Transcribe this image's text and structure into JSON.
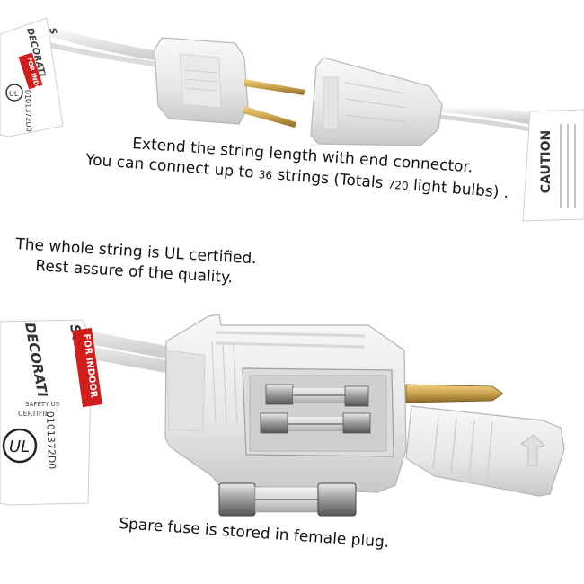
{
  "captions": {
    "extend_line": "Extend the string length with end connector.",
    "connect_prefix": "You can connect up to ",
    "connect_strings": "36",
    "connect_mid": " strings (Totals ",
    "connect_bulbs": "720",
    "connect_suffix": "  light bulbs) .",
    "ul_line": "The whole string is UL certified.",
    "quality_line": "Rest assure of the quality.",
    "fuse_line": "Spare fuse is stored in female plug."
  },
  "tags": {
    "top_left_title": "DECORATI",
    "top_left_sub": "S",
    "top_left_indoor": "FOR INDOOR",
    "top_left_serial": "0101372D0",
    "top_right_caution": "CAUTION",
    "bottom_title": "DECORATI",
    "bottom_sub": "ST",
    "bottom_indoor": "FOR INDOOR",
    "bottom_safety": "SAFETY US",
    "bottom_certified": "CERTIFIE",
    "bottom_serial": "0101372D0",
    "ul_mark": "UL",
    "ul_mark_small": "UL"
  },
  "colors": {
    "plastic": "#eeeeee",
    "plastic_shadow": "#c9c9c9",
    "brass": "#c9a24e",
    "tag_red": "#d21d1d"
  }
}
